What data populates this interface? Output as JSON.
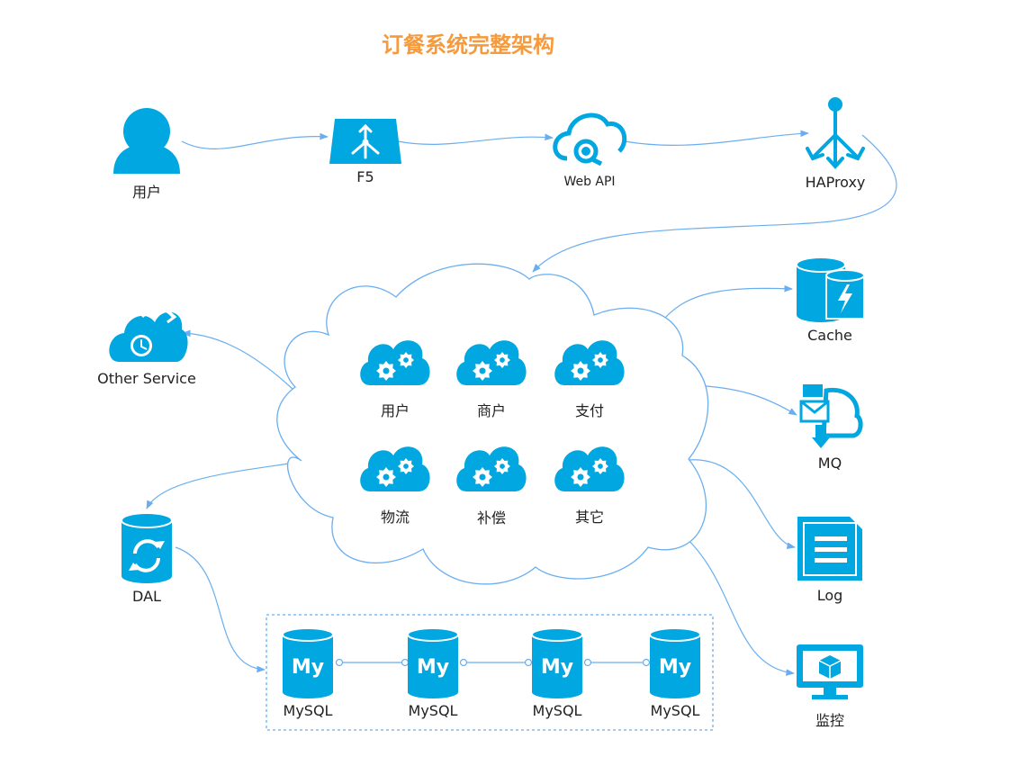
{
  "title": "订餐系统完整架构",
  "colors": {
    "accent": "#00a7e1",
    "line": "#6aaef0",
    "title": "#f59a3d",
    "icon_white": "#ffffff"
  },
  "nodes": {
    "user": {
      "label": "用户",
      "icon": "user-icon"
    },
    "f5": {
      "label": "F5",
      "icon": "load-balancer-icon"
    },
    "web_api": {
      "label": "Web API",
      "icon": "cloud-api-icon"
    },
    "haproxy": {
      "label": "HAProxy",
      "icon": "proxy-icon"
    },
    "other_service": {
      "label": "Other Service",
      "icon": "cloud-clock-icon"
    },
    "cache": {
      "label": "Cache",
      "icon": "cache-icon"
    },
    "mq": {
      "label": "MQ",
      "icon": "message-queue-icon"
    },
    "log": {
      "label": "Log",
      "icon": "document-icon"
    },
    "monitor": {
      "label": "监控",
      "icon": "monitor-icon"
    },
    "dal": {
      "label": "DAL",
      "icon": "database-sync-icon"
    }
  },
  "services": [
    {
      "label": "用户"
    },
    {
      "label": "商户"
    },
    {
      "label": "支付"
    },
    {
      "label": "物流"
    },
    {
      "label": "补偿"
    },
    {
      "label": "其它"
    }
  ],
  "databases": [
    {
      "label": "MySQL",
      "badge": "My"
    },
    {
      "label": "MySQL",
      "badge": "My"
    },
    {
      "label": "MySQL",
      "badge": "My"
    },
    {
      "label": "MySQL",
      "badge": "My"
    }
  ]
}
